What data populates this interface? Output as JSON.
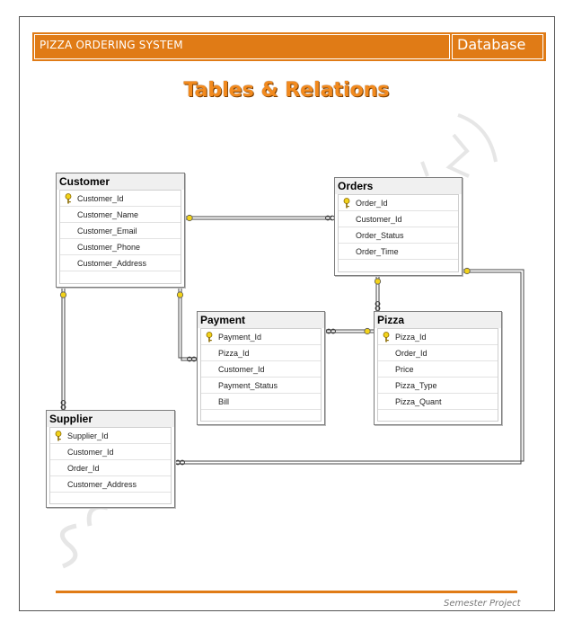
{
  "header": {
    "title": "PIZZA ORDERING SYSTEM",
    "section": "Database"
  },
  "page_heading": "Tables & Relations",
  "tables": {
    "customer": {
      "name": "Customer",
      "fields": [
        "Customer_Id",
        "Customer_Name",
        "Customer_Email",
        "Customer_Phone",
        "Customer_Address"
      ],
      "primary_key": "Customer_Id"
    },
    "orders": {
      "name": "Orders",
      "fields": [
        "Order_Id",
        "Customer_Id",
        "Order_Status",
        "Order_Time"
      ],
      "primary_key": "Order_Id"
    },
    "payment": {
      "name": "Payment",
      "fields": [
        "Payment_Id",
        "Pizza_Id",
        "Customer_Id",
        "Payment_Status",
        "Bill"
      ],
      "primary_key": "Payment_Id"
    },
    "pizza": {
      "name": "Pizza",
      "fields": [
        "Pizza_Id",
        "Order_Id",
        "Price",
        "Pizza_Type",
        "Pizza_Quant"
      ],
      "primary_key": "Pizza_Id"
    },
    "supplier": {
      "name": "Supplier",
      "fields": [
        "Supplier_Id",
        "Customer_Id",
        "Order_Id",
        "Customer_Address"
      ],
      "primary_key": "Supplier_Id"
    }
  },
  "relations": [
    {
      "from": "Customer",
      "to": "Orders"
    },
    {
      "from": "Customer",
      "to": "Payment"
    },
    {
      "from": "Customer",
      "to": "Supplier"
    },
    {
      "from": "Orders",
      "to": "Pizza"
    },
    {
      "from": "Orders",
      "to": "Supplier"
    },
    {
      "from": "Pizza",
      "to": "Payment"
    }
  ],
  "footer": {
    "text": "Semester Project"
  },
  "colors": {
    "accent": "#e07b16",
    "heading": "#f28a1e",
    "key": "#f2d21a"
  }
}
